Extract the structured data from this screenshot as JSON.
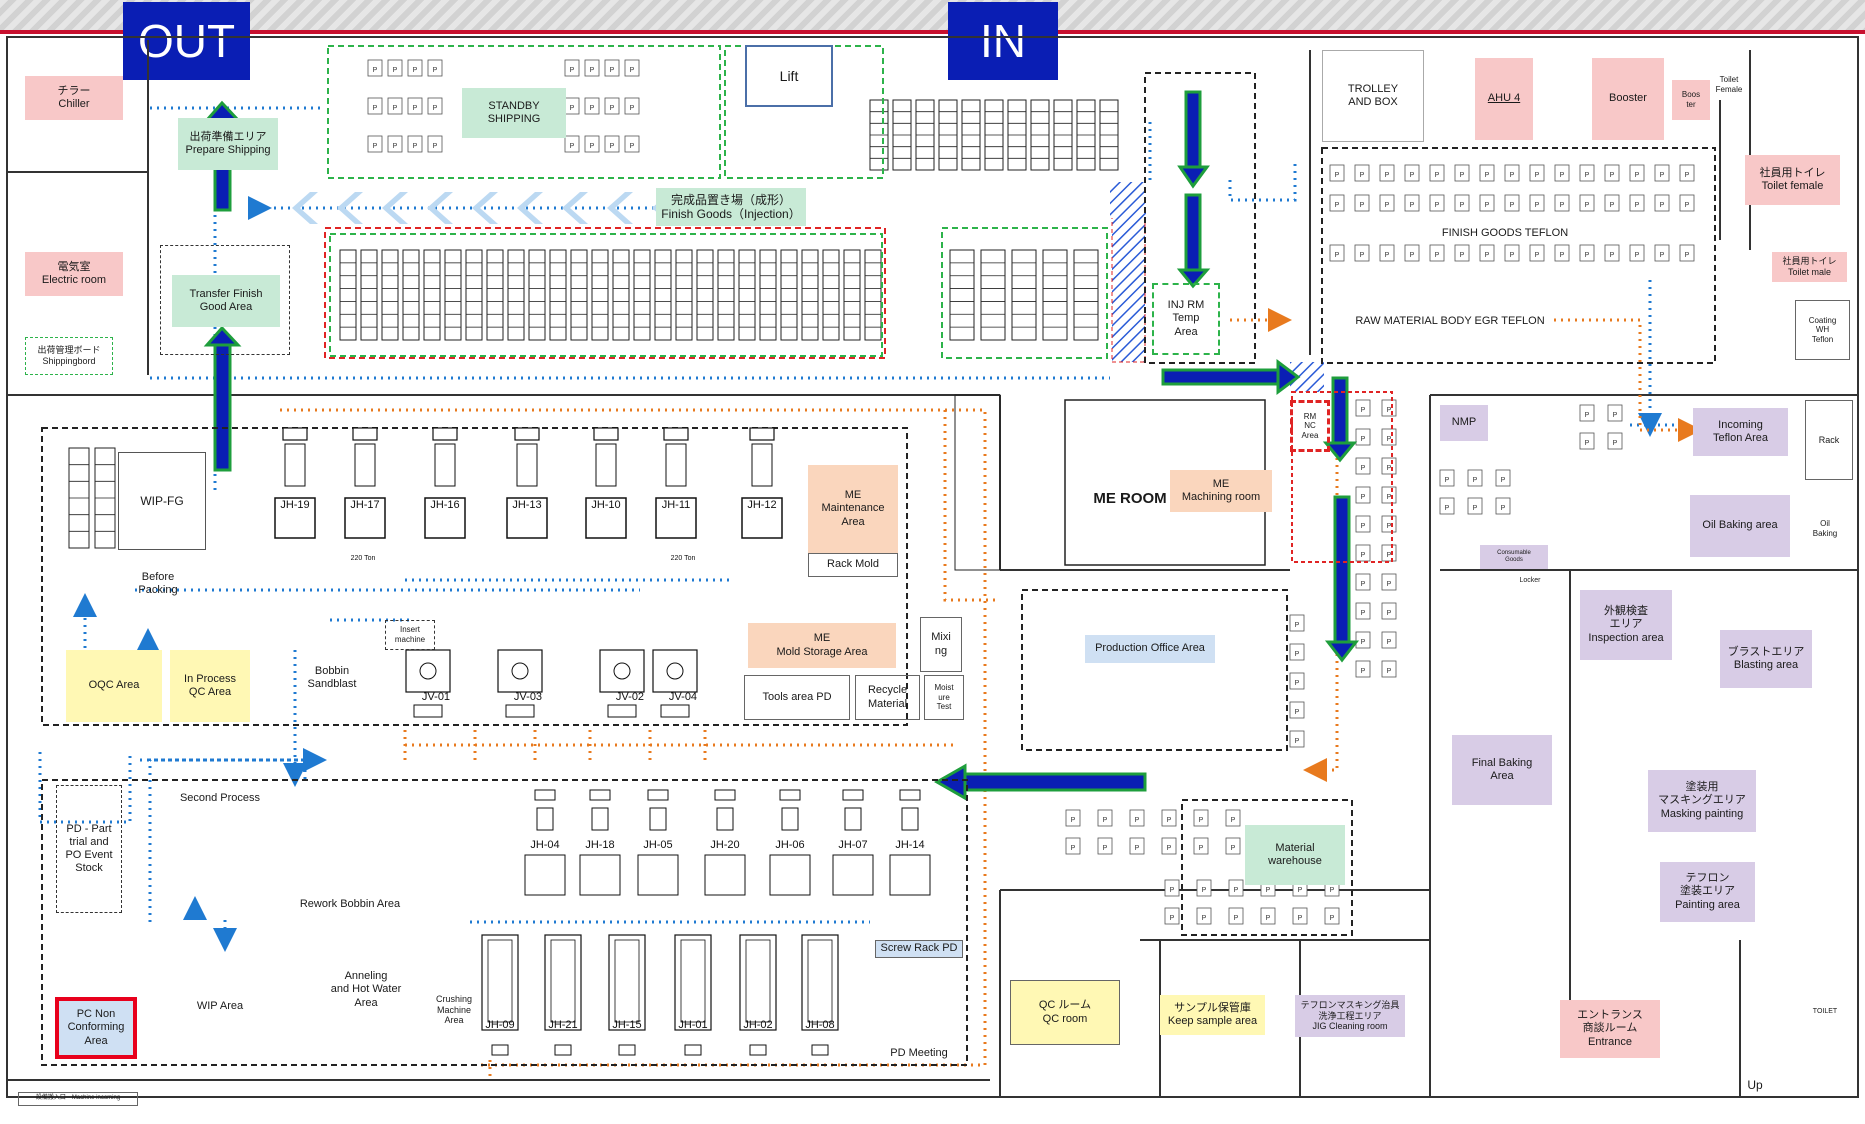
{
  "banners": {
    "out": "OUT",
    "in": "IN"
  },
  "zones": {
    "chiller": "チラー\nChiller",
    "electric_room": "電気室\nElectric room",
    "shipping_board": "出荷管理ボード\nShippingbord",
    "prepare_shipping": "出荷準備エリア\nPrepare Shipping",
    "transfer_finish": "Transfer Finish\nGood Area",
    "standby_shipping": "STANDBY\nSHIPPING",
    "lift": "Lift",
    "finish_goods_injection": "完成品置き場（成形）\nFinish Goods（Injection）",
    "inj_rm_temp": "INJ RM\nTemp\nArea",
    "trolley_box": "TROLLEY\nAND BOX",
    "ahu4": "AHU 4",
    "booster": "Booster",
    "booster_small": "Boos\nter",
    "toilet_female": "社員用トイレ\nToilet female",
    "toilet_male": "社員用トイレ\nToilet male",
    "toilet_female_sign": "Toilet\nFemale",
    "finish_goods_teflon": "FINISH GOODS TEFLON",
    "raw_material_teflon": "RAW MATERIAL BODY EGR TEFLON",
    "coating_wh": "Coating\nWH\nTeflon",
    "wip_fg": "WIP-FG",
    "before_packing": "Before\nPacking",
    "oqc_area": "OQC Area",
    "in_process_qc": "In Process\nQC Area",
    "me_maintenance": "ME\nMaintenance\nArea",
    "rack_mold": "Rack Mold",
    "me_mold_storage": "ME\nMold Storage Area",
    "mixing": "Mixi\nng",
    "tools_area": "Tools area PD",
    "recycle_material": "Recycle\nMaterial",
    "moisture_test": "Moist\nure\nTest",
    "bobbin_sandblast": "Bobbin\nSandblast",
    "insert_machine": "Insert\nmachine",
    "me_room": "ME ROOM",
    "me_machining": "ME\nMachining room",
    "rm_nc_area": "RM\nNC\nArea",
    "nmp": "NMP",
    "incoming_teflon": "Incoming\nTeflon Area",
    "rack": "Rack",
    "oil_baking": "Oil Baking area",
    "oil_baking_small": "Oil\nBaking",
    "inspection_area": "外観検査\nエリア\nInspection area",
    "blasting_area": "ブラストエリア\nBlasting area",
    "final_baking": "Final Baking\nArea",
    "masking_painting": "塗装用\nマスキングエリア\nMasking painting",
    "painting_area": "テフロン\n塗装エリア\nPainting area",
    "production_office": "Production Office Area",
    "material_warehouse": "Material\nwarehouse",
    "pd_part_trial": "PD - Part\ntrial and\nPO Event\nStock",
    "second_process": "Second Process",
    "rework_bobbin": "Rework Bobbin Area",
    "wip_area": "WIP Area",
    "anneling": "Anneling\nand Hot Water\nArea",
    "crushing_machine": "Crushing\nMachine\nArea",
    "pc_non_conforming": "PC Non\nConforming\nArea",
    "screw_rack": "Screw Rack PD",
    "pd_meeting": "PD Meeting",
    "qc_room": "QC ルーム\nQC room",
    "keep_sample": "サンプル保管庫\nKeep sample area",
    "jig_cleaning": "テフロンマスキング治具\n洗浄工程エリア\nJIG Cleaning room",
    "entrance": "エントランス\n商談ルーム\nEntrance",
    "up": "Up",
    "toilet_small": "TOILET",
    "locker": "Locker",
    "consumable_goods": "Consumable\nGoods",
    "machine_incoming": "設備搬入口　Machine incoming"
  },
  "machines_upper_row": [
    "JH-19",
    "JH-17",
    "JH-16",
    "JH-13",
    "JH-10",
    "JH-11",
    "JH-12"
  ],
  "machines_jv": [
    "JV-01",
    "JV-03",
    "JV-02",
    "JV-04"
  ],
  "machines_middle_row": [
    "JH-04",
    "JH-18",
    "JH-05",
    "JH-20",
    "JH-06",
    "JH-07",
    "JH-14"
  ],
  "machines_bottom_row": [
    "JH-09",
    "JH-21",
    "JH-15",
    "JH-01",
    "JH-02",
    "JH-08"
  ],
  "machine_tag": "220 Ton",
  "pallet_mark": "P",
  "colors": {
    "banner_blue": "#0a1eb4",
    "flow_arrow_blue": "#0a1eb4",
    "flow_arrow_outline": "#1e9e3c",
    "dotted_blue": "#1f7ad1",
    "dotted_orange": "#e87a1e",
    "accent_red": "#c8102e"
  }
}
